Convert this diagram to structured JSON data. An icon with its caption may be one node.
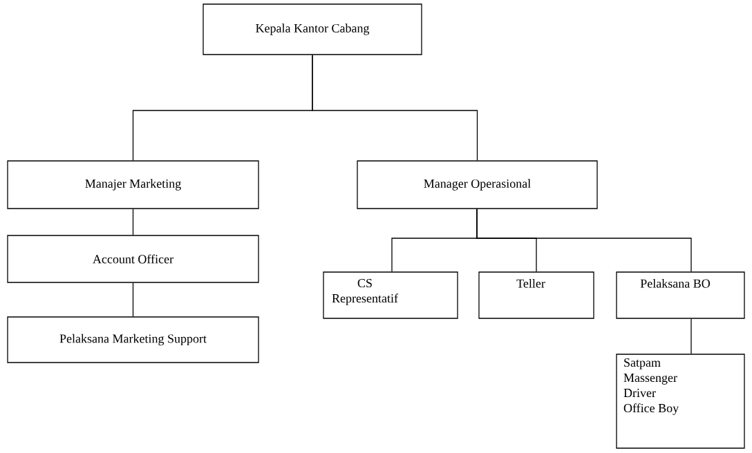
{
  "diagram": {
    "nodes": [
      {
        "text": [
          "Kepala Kantor Cabang"
        ]
      },
      {
        "text": [
          "Manajer Marketing"
        ]
      },
      {
        "text": [
          "Manager Operasional"
        ]
      },
      {
        "text": [
          "Account Officer"
        ]
      },
      {
        "text": [
          "Pelaksana Marketing Support"
        ]
      },
      {
        "text": [
          "CS Representatif"
        ]
      },
      {
        "text": [
          "Teller"
        ]
      },
      {
        "text": [
          "Pelaksana BO"
        ]
      },
      {
        "text": [
          "Satpam",
          "Massenger",
          "Driver",
          "Office Boy"
        ]
      }
    ],
    "edges": [
      {
        "from": 0,
        "to": 1,
        "arrow": "none"
      },
      {
        "from": 0,
        "to": 2,
        "arrow": "none"
      },
      {
        "from": 1,
        "to": 3,
        "arrow": "none"
      },
      {
        "from": 3,
        "to": 4,
        "arrow": "none"
      },
      {
        "from": 2,
        "to": 5,
        "arrow": "none"
      },
      {
        "from": 2,
        "to": 6,
        "arrow": "none"
      },
      {
        "from": 2,
        "to": 7,
        "arrow": "none"
      },
      {
        "from": 7,
        "to": 8,
        "arrow": "none"
      }
    ]
  }
}
